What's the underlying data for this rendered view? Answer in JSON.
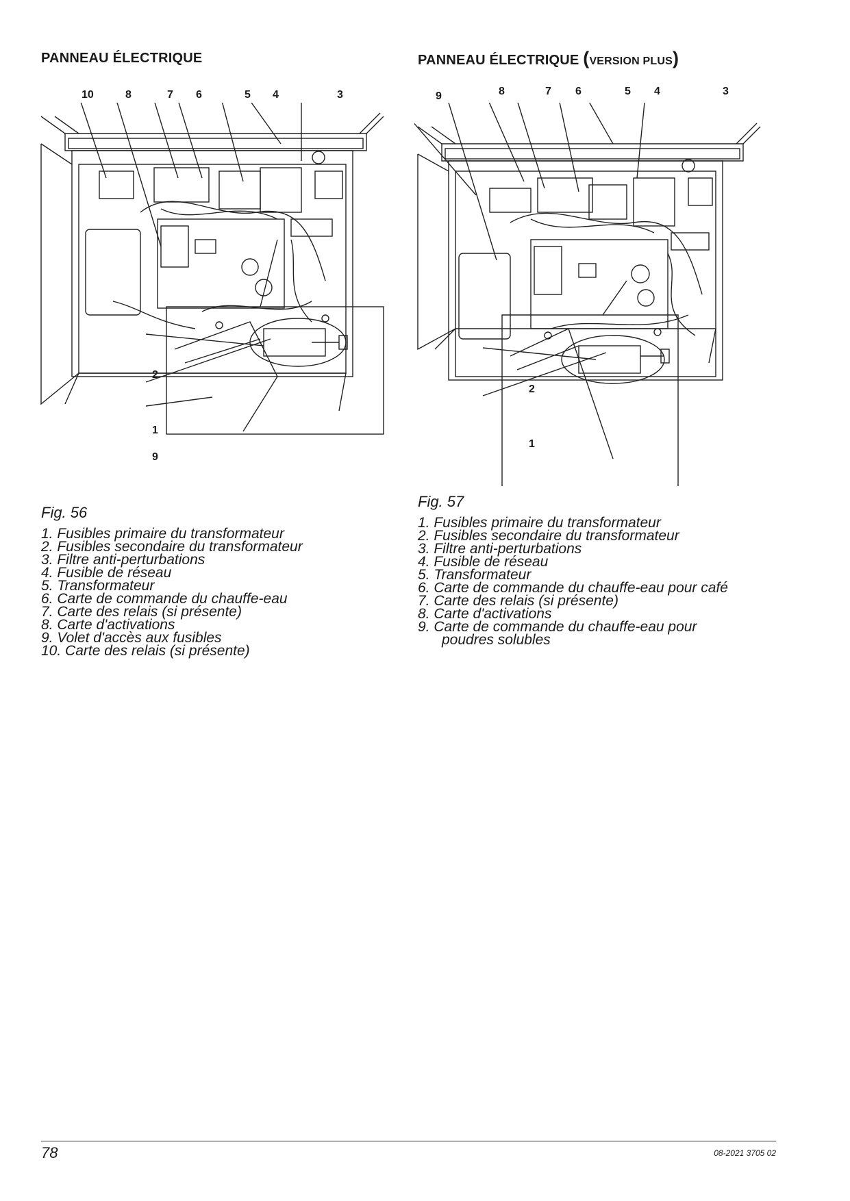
{
  "left": {
    "heading": "PANNEAU ÉLECTRIQUE",
    "callouts_top": [
      "10",
      "8",
      "7",
      "6",
      "5",
      "4",
      "3"
    ],
    "callouts_side": [
      "2",
      "1",
      "9"
    ],
    "caption": "Fig. 56",
    "legend": [
      "1.  Fusibles primaire du transformateur",
      "2.  Fusibles secondaire du transformateur",
      "3.  Filtre anti-perturbations",
      "4.  Fusible de réseau",
      "5.  Transformateur",
      "6.  Carte de commande du chauffe-eau",
      "7.  Carte des relais (si présente)",
      "8.  Carte d'activations",
      "9.  Volet d'accès aux fusibles",
      "10.  Carte des relais (si présente)"
    ]
  },
  "right": {
    "heading_main": "PANNEAU ÉLECTRIQUE ",
    "heading_open": "(",
    "heading_inner": "VERSION PLUS",
    "heading_close": ")",
    "callouts_top": [
      "9",
      "8",
      "7",
      "6",
      "5",
      "4",
      "3"
    ],
    "callouts_side": [
      "2",
      "1"
    ],
    "caption": "Fig. 57",
    "legend": [
      "1.  Fusibles primaire du transformateur",
      "2.  Fusibles secondaire du transformateur",
      "3.  Filtre anti-perturbations",
      "4.  Fusible de réseau",
      "5.  Transformateur",
      "6.  Carte de commande du chauffe-eau pour café",
      "7.  Carte des relais (si présente)",
      "8.  Carte d'activations",
      "9.  Carte de commande du chauffe-eau pour",
      "      poudres solubles"
    ]
  },
  "footer": {
    "page_number": "78",
    "doc_ref": "08-2021 3705 02"
  }
}
